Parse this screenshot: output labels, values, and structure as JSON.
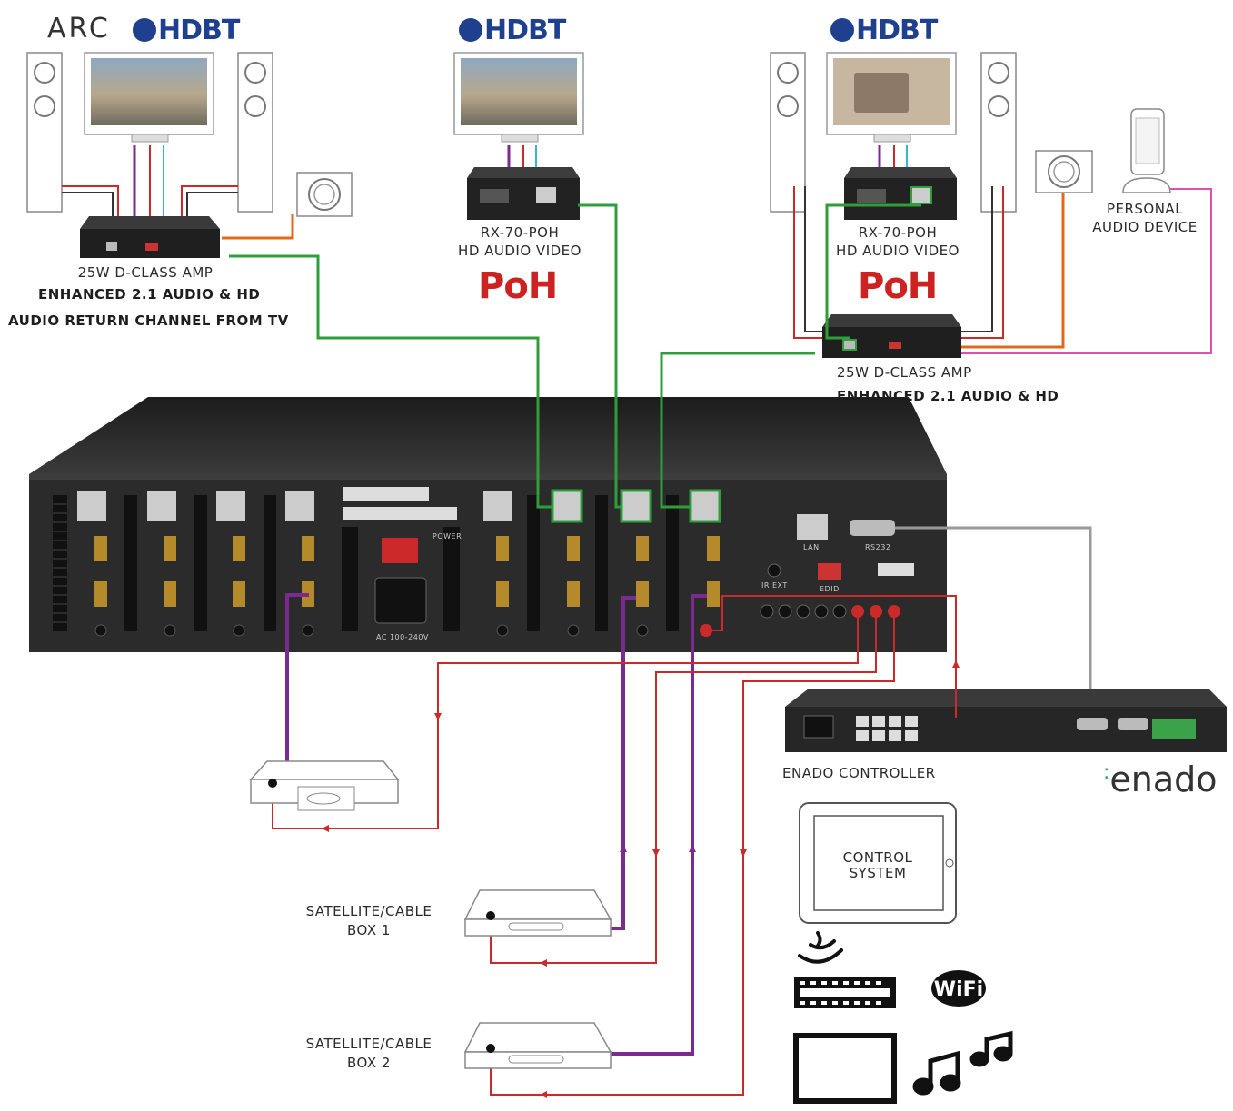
{
  "logos": {
    "arc": "ARC",
    "hdbt": "HDBT",
    "poh": "PoH",
    "enado": "enado"
  },
  "labels": {
    "amp_left_line1": "25W D-CLASS AMP",
    "amp_left_line2": "ENHANCED 2.1 AUDIO & HD",
    "amp_left_line3": "AUDIO RETURN CHANNEL FROM TV",
    "rx_mid_line1": "RX-70-POH",
    "rx_mid_line2": "HD AUDIO VIDEO",
    "rx_right_line1": "RX-70-POH",
    "rx_right_line2": "HD AUDIO VIDEO",
    "personal_line1": "PERSONAL",
    "personal_line2": "AUDIO DEVICE",
    "amp_right_line1": "25W D-CLASS AMP",
    "amp_right_line2": "ENHANCED 2.1 AUDIO & HD",
    "controller": "ENADO CONTROLLER",
    "control_line1": "CONTROL",
    "control_line2": "SYSTEM",
    "sat1_line1": "SATELLITE/CABLE",
    "sat1_line2": "BOX 1",
    "sat2_line1": "SATELLITE/CABLE",
    "sat2_line2": "BOX 2"
  },
  "matrix_labels": {
    "power": "POWER",
    "lan": "LAN",
    "rs232": "RS232",
    "ir_ext": "IR EXT",
    "edid": "EDID",
    "ac": "AC 100-240V"
  },
  "colors": {
    "hdbt_cable": "#2e9e3a",
    "hdmi_cable": "#7b2b8f",
    "ir_cable": "#cc2a2a",
    "speaker_cable": "#e06a1c",
    "aux_cable": "#e050b0",
    "rs232_cable": "#9a9a9a",
    "chassis": "#2b2b2b"
  }
}
